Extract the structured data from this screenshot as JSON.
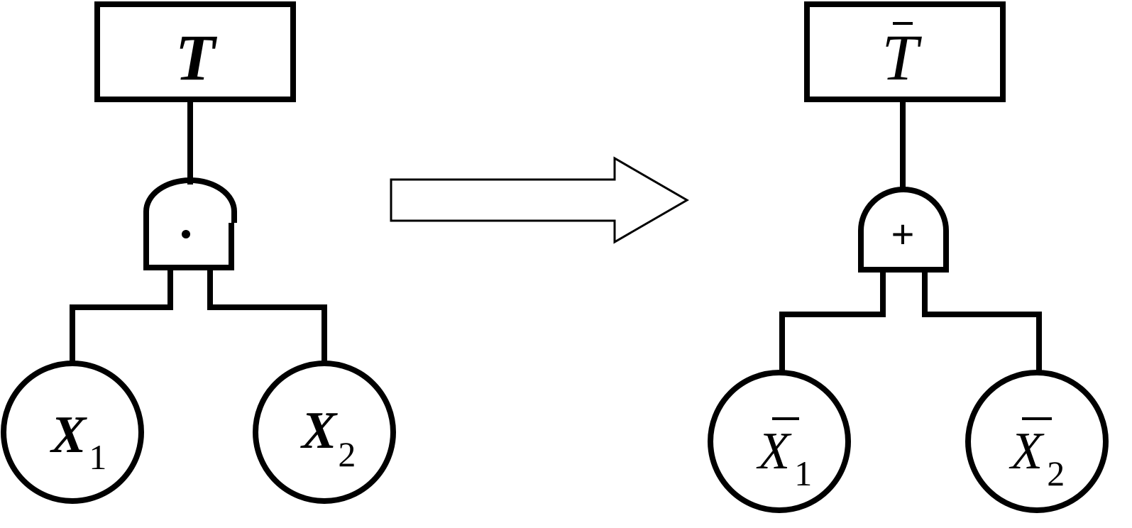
{
  "left_tree": {
    "top_event": "T",
    "gate_symbol": "·",
    "events": [
      {
        "name": "X",
        "sub": "1"
      },
      {
        "name": "X",
        "sub": "2"
      }
    ]
  },
  "right_tree": {
    "top_event": "T",
    "top_event_negated": true,
    "gate_symbol": "+",
    "events": [
      {
        "name": "X",
        "sub": "1",
        "negated": true
      },
      {
        "name": "X",
        "sub": "2",
        "negated": true
      }
    ]
  }
}
